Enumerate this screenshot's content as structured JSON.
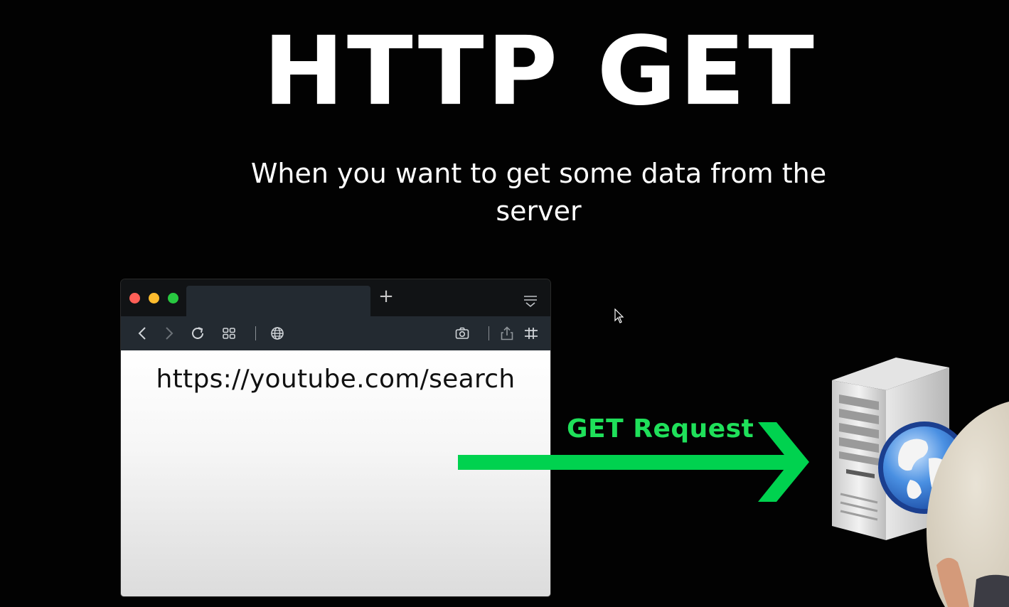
{
  "slide": {
    "title": "HTTP GET",
    "subtitle": "When you want to get some data from the server"
  },
  "browser": {
    "url": "https://youtube.com/search",
    "new_tab_glyph": "+",
    "traffic_lights": {
      "close_color": "#ff5f57",
      "minimize_color": "#febc2e",
      "maximize_color": "#28c840"
    },
    "toolbar_icons": [
      "back-icon",
      "forward-icon",
      "reload-icon",
      "tabs-grid-icon",
      "globe-icon",
      "camera-icon",
      "share-icon",
      "settings-sliders-icon"
    ]
  },
  "request": {
    "label": "GET Request",
    "color": "#00d24f"
  },
  "server": {
    "icon": "server-globe-icon"
  },
  "colors": {
    "background": "#020202",
    "tab_bar": "#111315",
    "toolbar": "#232a31",
    "text": "#ffffff"
  }
}
